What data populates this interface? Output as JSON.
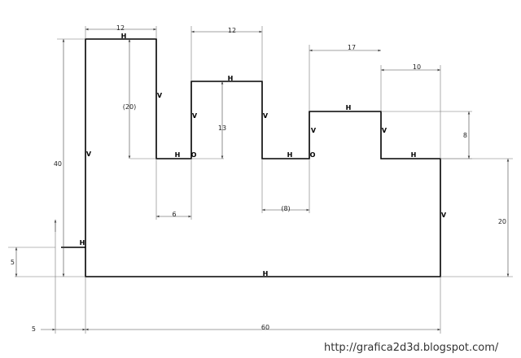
{
  "drawing": {
    "dimensions": {
      "top_width_1": "12",
      "top_width_2": "12",
      "top_width_3": "17",
      "top_width_4": "10",
      "height_left": "40",
      "height_first_slot": "(20)",
      "height_second_step": "13",
      "height_third_step": "8",
      "height_right": "20",
      "offset_low": "5",
      "slot_width_1": "6",
      "slot_width_2": "(8)",
      "base_width": "60",
      "left_offset": "5"
    },
    "constraints": {
      "horizontal": "H",
      "vertical": "V",
      "coincident": "O"
    }
  },
  "watermark": "http://grafica2d3d.blogspot.com/"
}
